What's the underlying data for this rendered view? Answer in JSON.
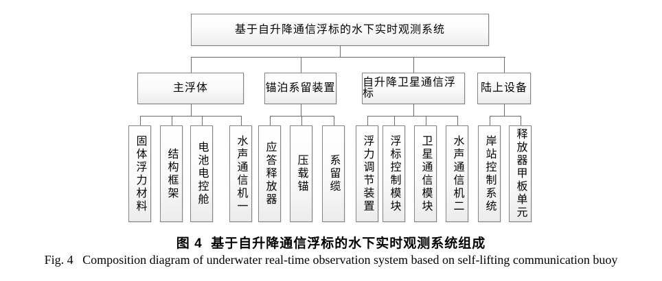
{
  "figure": {
    "caption_zh": "图 4  基于自升降通信浮标的水下实时观测系统组成",
    "caption_en": "Fig. 4   Composition diagram of underwater real-time observation system based on self-lifting communication buoy"
  },
  "tree": {
    "root": "基于自升降通信浮标的水下实时观测系统",
    "groups": [
      {
        "label": "主浮体",
        "children": [
          "固体浮力材料",
          "结构框架",
          "电池电控舱",
          "水声通信机一"
        ]
      },
      {
        "label": "锚泊系留装置",
        "children": [
          "应答释放器",
          "压载锚",
          "系留缆"
        ]
      },
      {
        "label": "自升降卫星通信浮标",
        "children": [
          "浮力调节装置",
          "浮标控制模块",
          "卫星通信模块",
          "水声通信机二"
        ]
      },
      {
        "label": "陆上设备",
        "children": [
          "岸站控制系统",
          "释放器甲板单元"
        ]
      }
    ]
  },
  "colors": {
    "box_border": "#848484",
    "connector_line": "#6b6b6b",
    "text": "#000000",
    "background": "#ffffff"
  }
}
